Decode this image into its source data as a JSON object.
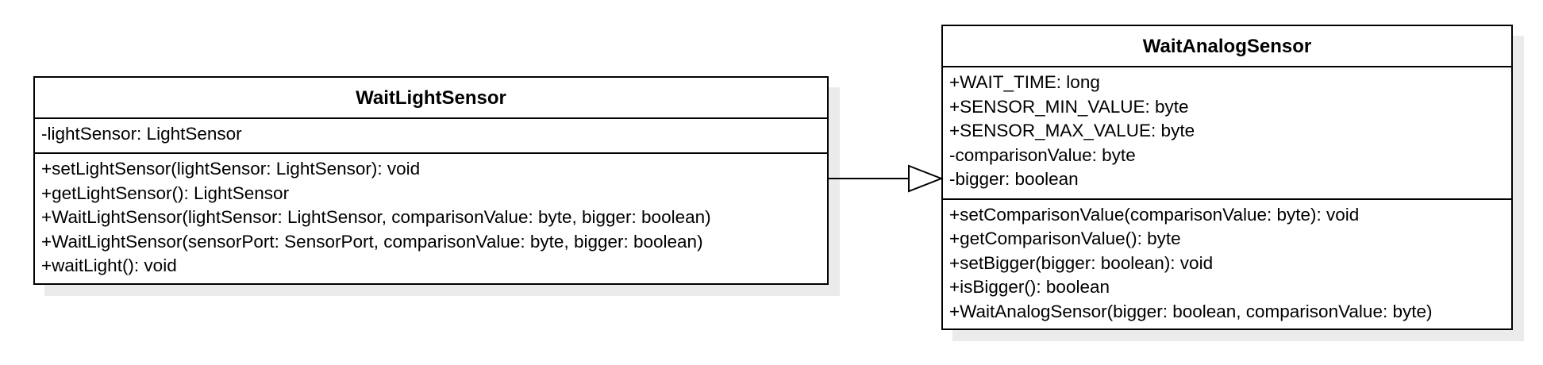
{
  "classes": {
    "wait_light_sensor": {
      "name": "WaitLightSensor",
      "attributes": [
        "-lightSensor: LightSensor"
      ],
      "operations": [
        "+setLightSensor(lightSensor: LightSensor): void",
        "+getLightSensor(): LightSensor",
        "+WaitLightSensor(lightSensor: LightSensor, comparisonValue: byte, bigger: boolean)",
        "+WaitLightSensor(sensorPort: SensorPort, comparisonValue: byte, bigger: boolean)",
        "+waitLight(): void"
      ]
    },
    "wait_analog_sensor": {
      "name": "WaitAnalogSensor",
      "attributes": [
        "+WAIT_TIME: long",
        "+SENSOR_MIN_VALUE: byte",
        "+SENSOR_MAX_VALUE: byte",
        "-comparisonValue: byte",
        "-bigger: boolean"
      ],
      "operations": [
        "+setComparisonValue(comparisonValue: byte): void",
        "+getComparisonValue(): byte",
        "+setBigger(bigger: boolean): void",
        "+isBigger(): boolean",
        "+WaitAnalogSensor(bigger: boolean, comparisonValue: byte)"
      ]
    }
  },
  "relationships": [
    {
      "type": "generalization",
      "from": "WaitLightSensor",
      "to": "WaitAnalogSensor"
    }
  ],
  "colors": {
    "line": "#000000",
    "shadow": "#ebebeb",
    "background": "#ffffff"
  }
}
